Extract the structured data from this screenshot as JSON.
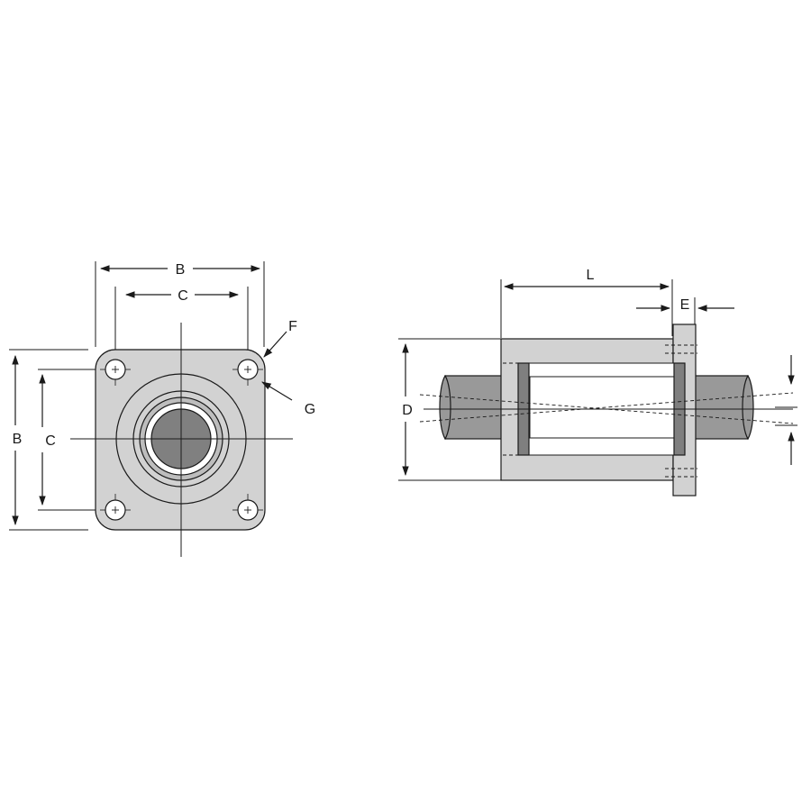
{
  "front_view": {
    "labels": {
      "B_top": "B",
      "C_top": "C",
      "B_left": "B",
      "C_left": "C",
      "F": "F",
      "G": "G"
    }
  },
  "side_view": {
    "labels": {
      "L": "L",
      "E": "E",
      "D": "D"
    }
  },
  "colors": {
    "body_fill": "#d2d2d2",
    "shaft_fill": "#999999",
    "bore_fill": "#808080",
    "seal_fill": "#7f7f7f",
    "line": "#1a1a1a"
  }
}
